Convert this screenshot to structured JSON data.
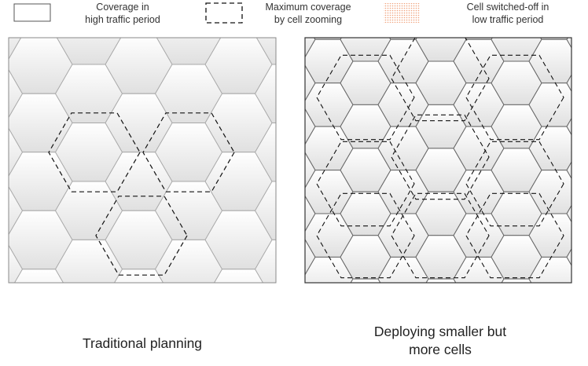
{
  "legend": {
    "coverage_label": "Coverage in\nhigh traffic period",
    "zoom_label": "Maximum coverage\nby cell zooming",
    "off_label": "Cell switched-off in\nlow traffic period"
  },
  "captions": {
    "left": "Traditional planning",
    "right": "Deploying smaller but\nmore cells"
  },
  "colors": {
    "cell_fill_top": "#ffffff",
    "cell_fill_bottom": "#e2e2e2",
    "cell_stroke": "#a8a8a8",
    "zoom_stroke": "#111111",
    "off_dot": "#f0a27c",
    "frame": "#888888"
  }
}
